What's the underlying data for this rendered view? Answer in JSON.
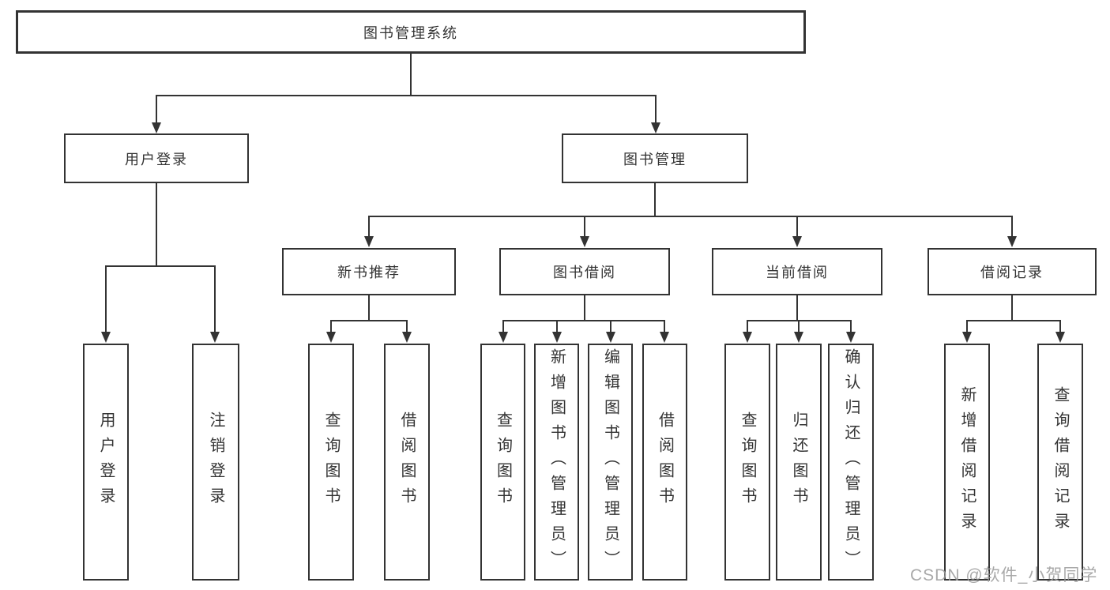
{
  "nodes": {
    "root": "图书管理系统",
    "user_login": "用户登录",
    "book_management": "图书管理",
    "new_book_recommend": "新书推荐",
    "book_borrow": "图书借阅",
    "current_borrow": "当前借阅",
    "borrow_records": "借阅记录",
    "leaves": {
      "user_login": [
        "用户登录",
        "注销登录"
      ],
      "new_book_recommend": [
        "查询图书",
        "借阅图书"
      ],
      "book_borrow": [
        "查询图书",
        "新增图书（管理员）",
        "编辑图书（管理员）",
        "借阅图书"
      ],
      "current_borrow": [
        "查询图书",
        "归还图书",
        "确认归还（管理员）"
      ],
      "borrow_records": [
        "新增借阅记录",
        "查询借阅记录"
      ]
    }
  },
  "watermark": "CSDN @软件_小贺同学",
  "colors": {
    "line": "#333333",
    "text": "#333333",
    "box_background": "#ffffff",
    "watermark": "#9b9b9b",
    "background": "#ffffff"
  }
}
